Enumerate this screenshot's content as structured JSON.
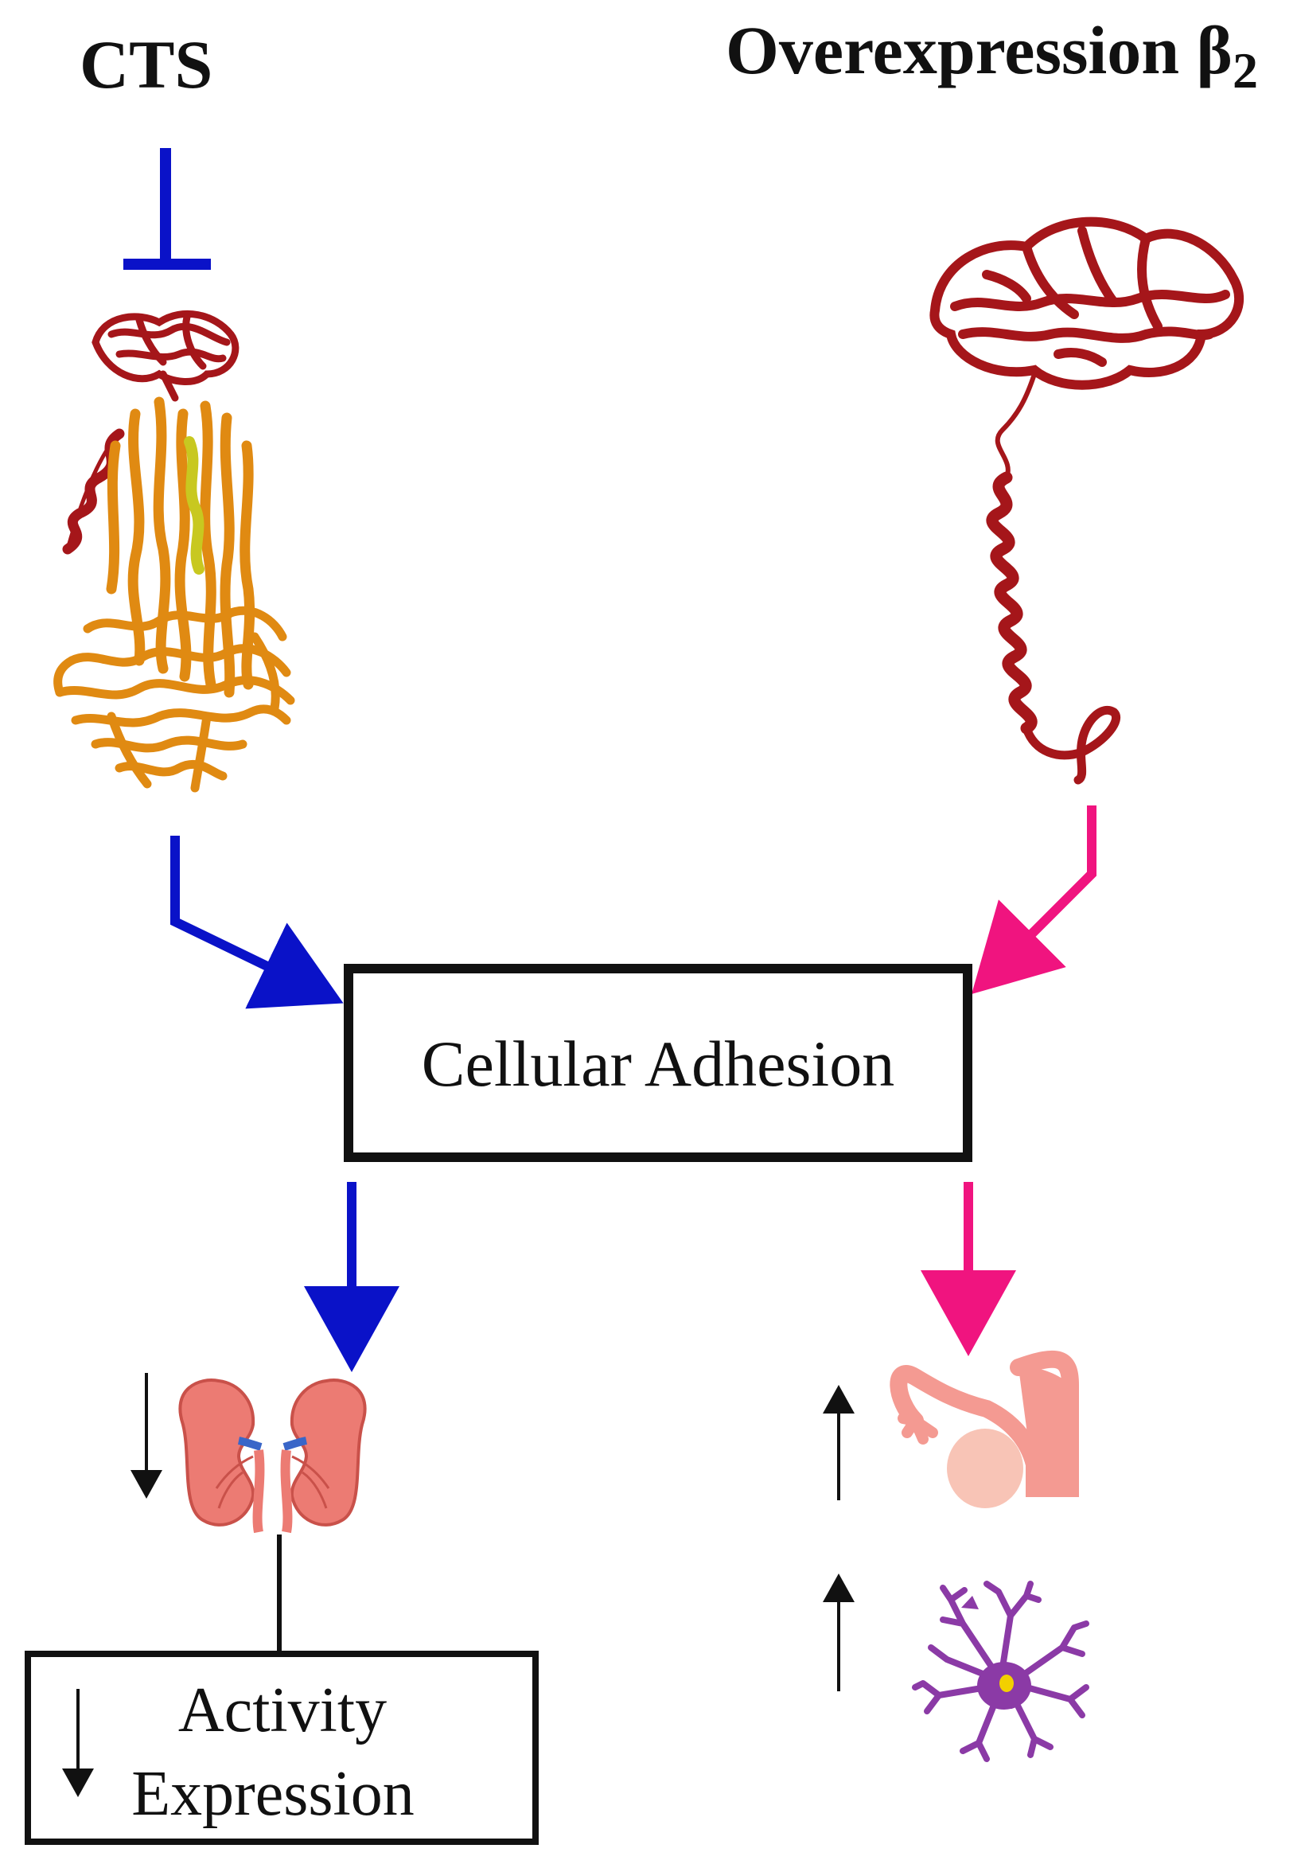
{
  "left": {
    "title": "CTS",
    "color": "#0a12c8"
  },
  "right": {
    "title": "Overexpression β",
    "title_subscript": "2",
    "color": "#f0147f"
  },
  "center_box": {
    "label": "Cellular Adhesion"
  },
  "activity_box": {
    "line1": "Activity",
    "line2": "Expression"
  },
  "colors": {
    "protein_dark_red": "#a5161a",
    "protein_orange": "#e08a12",
    "protein_yellow": "#c8c820",
    "kidney": "#ec7b73",
    "uterus": "#f49a92",
    "neuron": "#8b3aa6",
    "neuron_nucleus": "#f2d000"
  }
}
